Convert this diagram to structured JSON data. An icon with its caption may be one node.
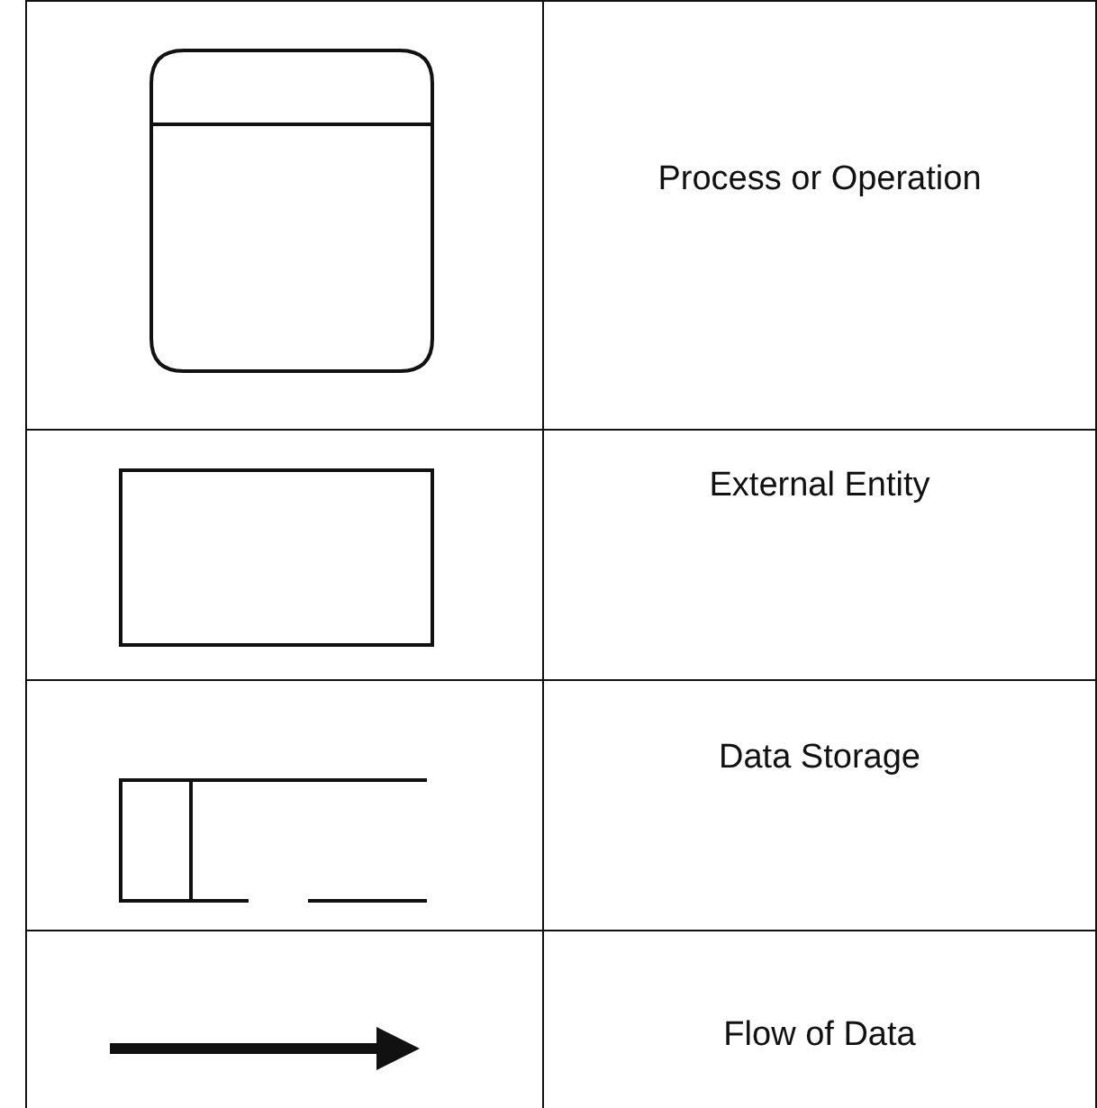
{
  "diagram": {
    "legend": [
      {
        "text": "Process or Operation"
      },
      {
        "text": "External Entity"
      },
      {
        "text": "Data Storage"
      },
      {
        "text": "Flow of Data"
      }
    ]
  }
}
